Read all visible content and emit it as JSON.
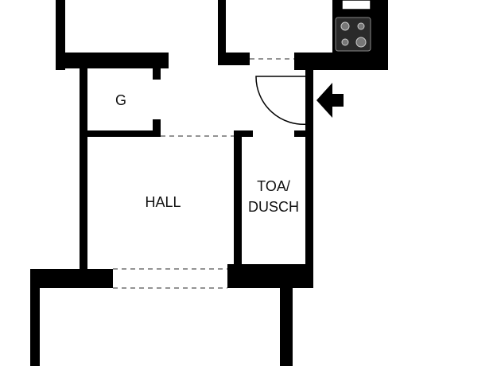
{
  "rooms": {
    "g": "G",
    "hall": "HALL",
    "toa_line1": "TOA/",
    "toa_line2": "DUSCH"
  },
  "colors": {
    "wall": "#000000",
    "background": "#ffffff",
    "dash": "#555555"
  },
  "icons": {
    "entrance": "entrance-arrow-icon",
    "stove": "stove-icon"
  }
}
